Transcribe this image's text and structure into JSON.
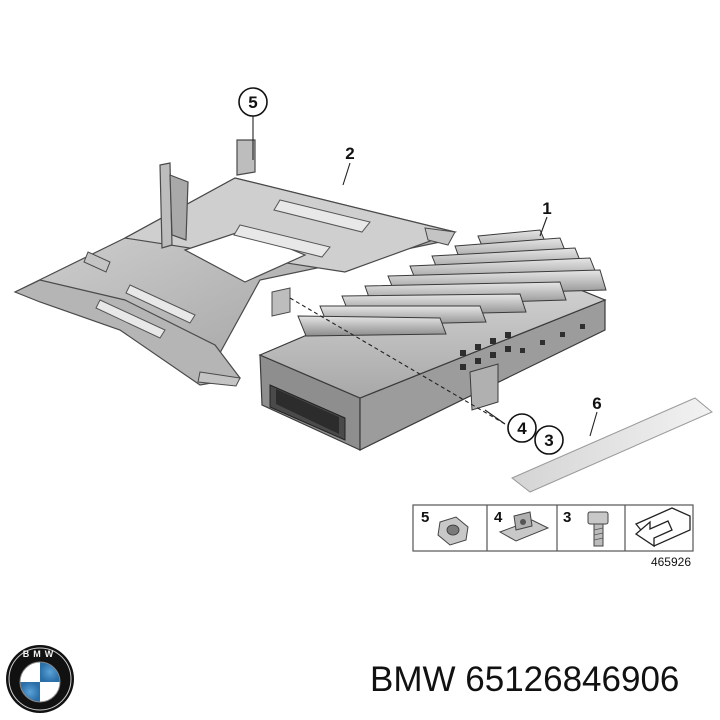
{
  "diagram": {
    "callouts": {
      "part1": "1",
      "part2": "2",
      "part3": "3",
      "part4": "4",
      "part5": "5",
      "part6": "6"
    },
    "legend": {
      "cells": [
        "5",
        "4",
        "3"
      ]
    },
    "code": "465926"
  },
  "footer": {
    "brand": "BMW",
    "part_number": "65126846906",
    "caption": "BMW 65126846906"
  }
}
